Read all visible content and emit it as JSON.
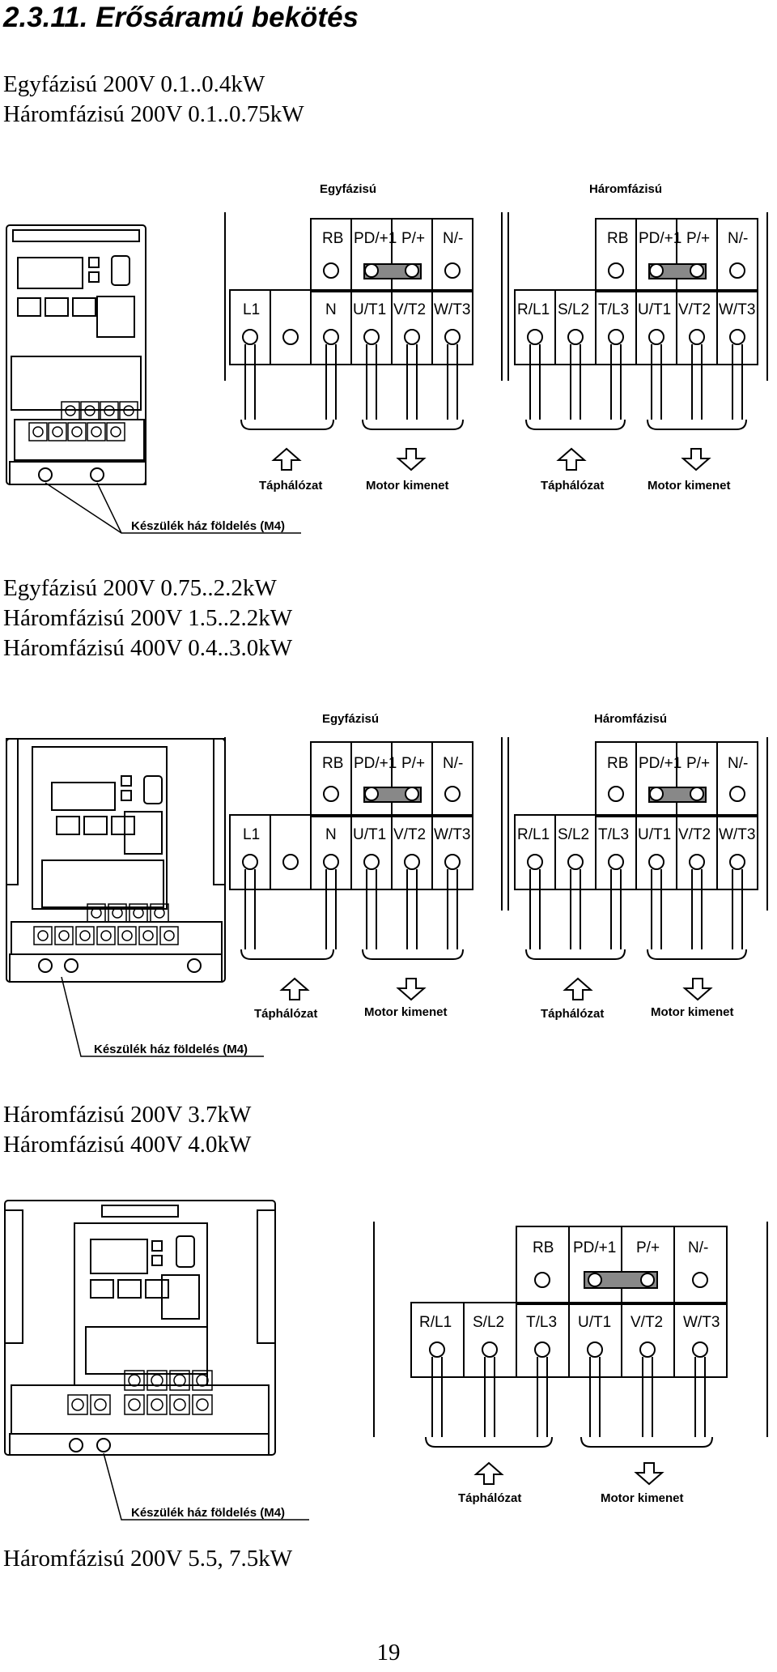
{
  "heading": "2.3.11. Erősáramú bekötés",
  "section1": {
    "lines": [
      "Egyfázisú 200V 0.1..0.4kW",
      "Háromfázisú 200V 0.1..0.75kW"
    ]
  },
  "section2": {
    "lines": [
      "Egyfázisú 200V 0.75..2.2kW",
      "Háromfázisú 200V 1.5..2.2kW",
      "Háromfázisú 400V 0.4..3.0kW"
    ]
  },
  "section3": {
    "lines": [
      "Háromfázisú 200V 3.7kW",
      "Háromfázisú 400V 4.0kW"
    ]
  },
  "section4": {
    "lines": [
      "Háromfázisú 200V 5.5, 7.5kW"
    ]
  },
  "labels": {
    "single_phase": "Egyfázisú",
    "three_phase": "Háromfázisú",
    "mains": "Táphálózat",
    "motor_out": "Motor kimenet",
    "ground": "Készülék ház földelés (M4)"
  },
  "terminals": {
    "top": [
      "RB",
      "PD/+1",
      "P/+",
      "N/-"
    ],
    "single_bottom": [
      "L1",
      "N",
      "U/T1",
      "V/T2",
      "W/T3"
    ],
    "three_bottom": [
      "R/L1",
      "S/L2",
      "T/L3",
      "U/T1",
      "V/T2",
      "W/T3"
    ]
  },
  "page_number": "19"
}
